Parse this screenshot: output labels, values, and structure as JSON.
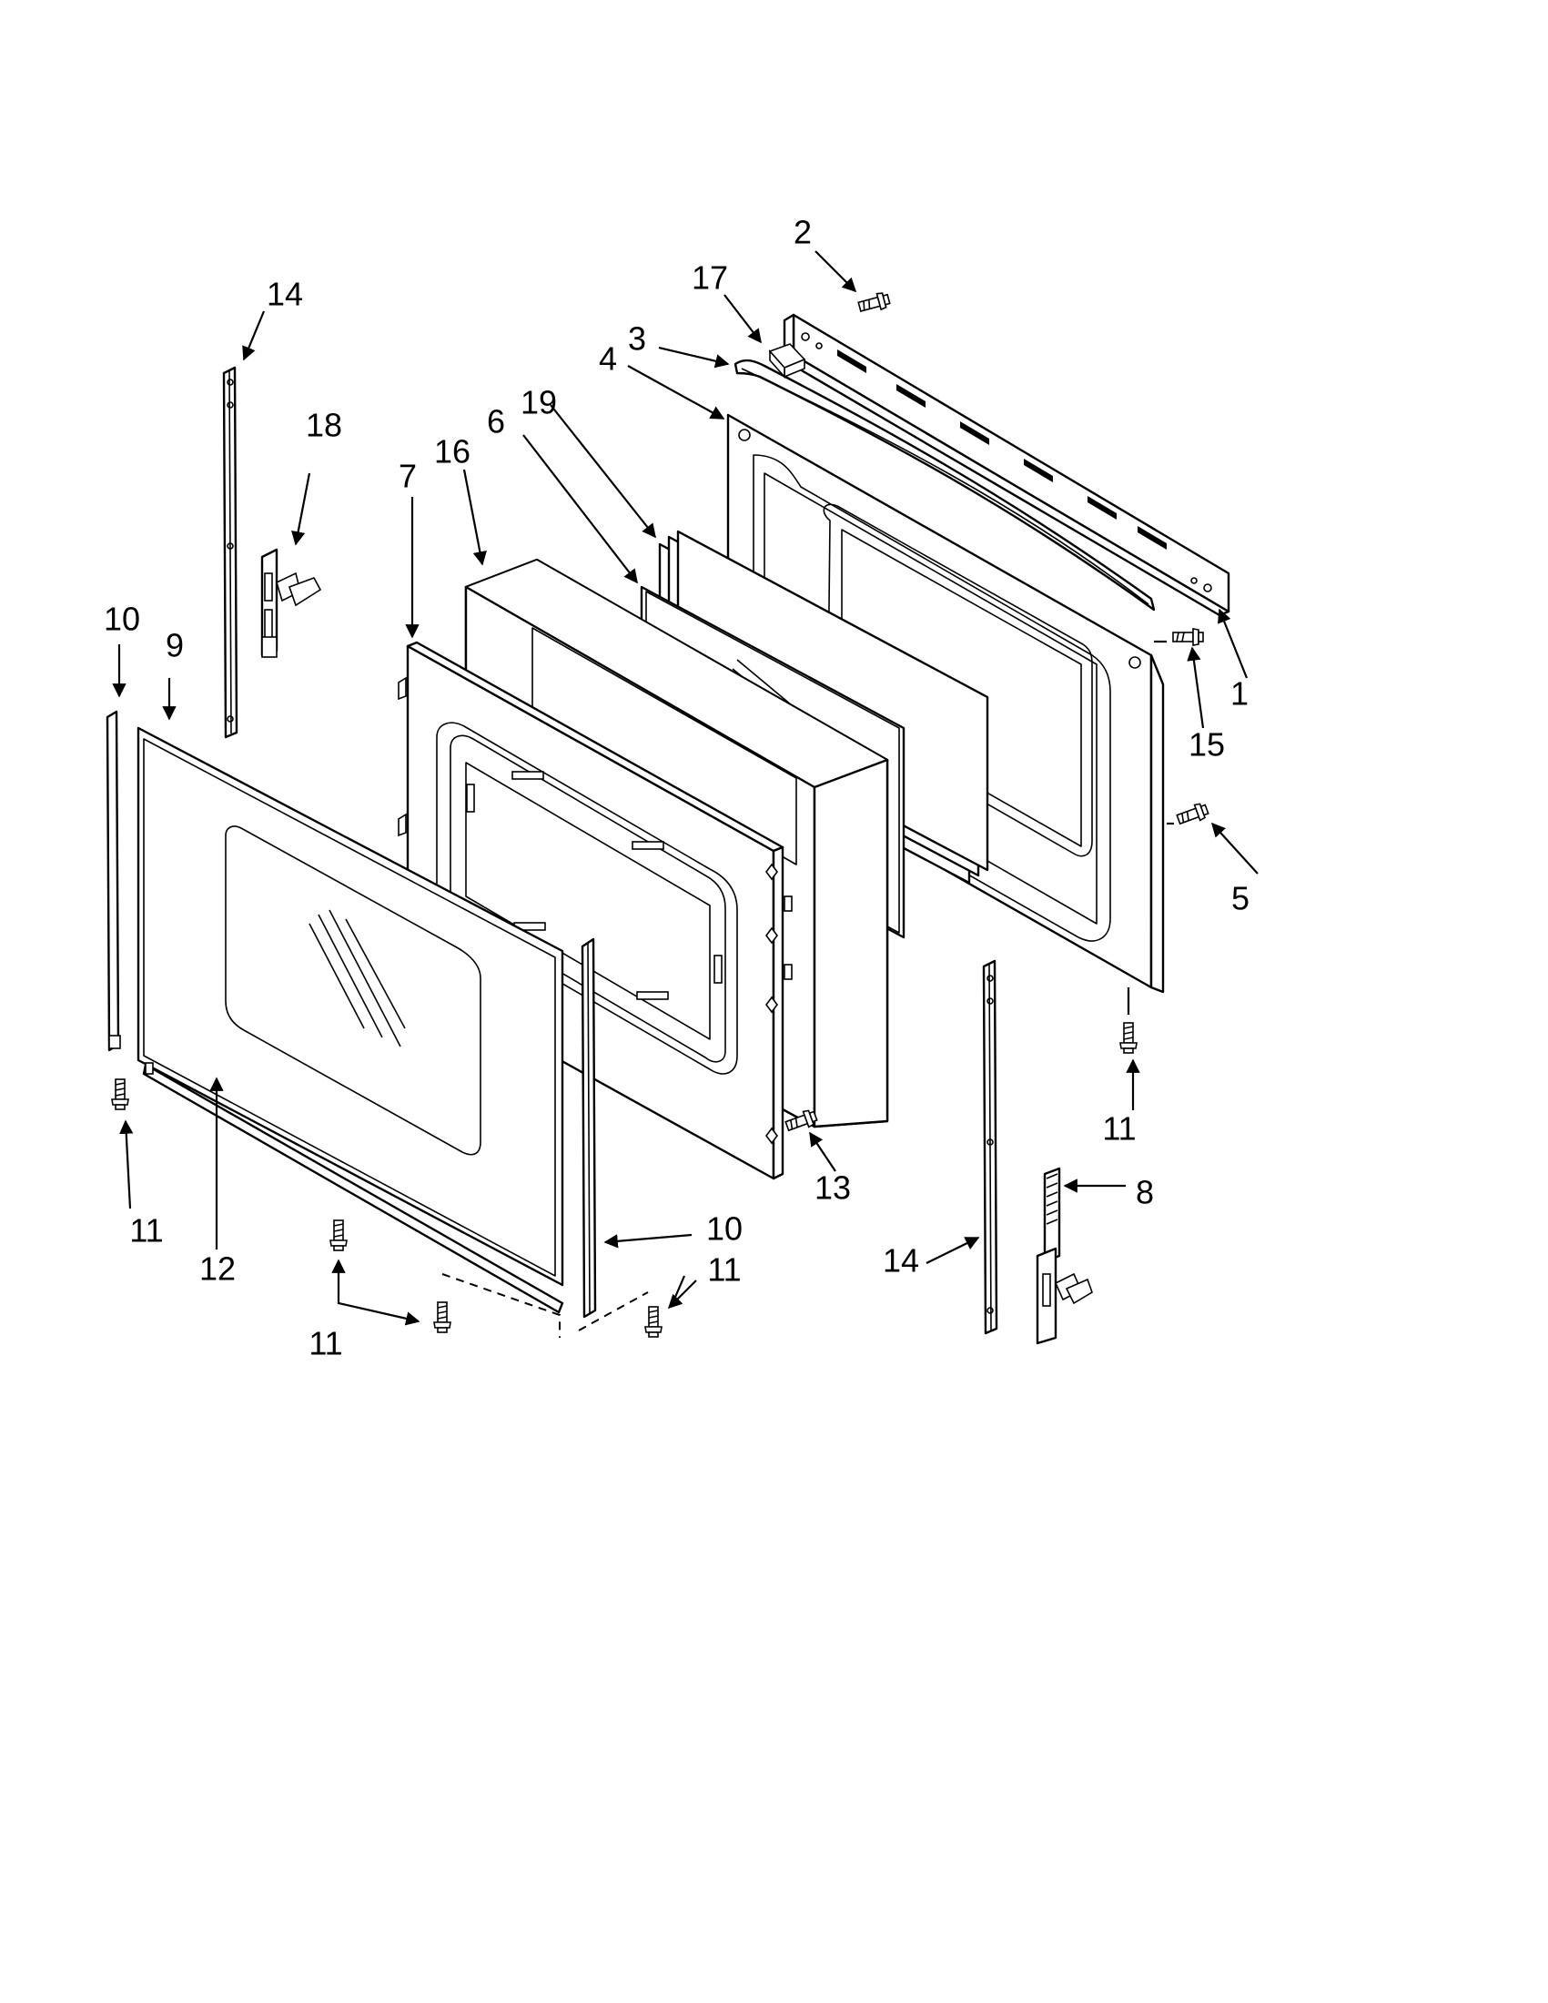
{
  "callouts": {
    "c1": "1",
    "c2": "2",
    "c3": "3",
    "c4": "4",
    "c5": "5",
    "c6": "6",
    "c7": "7",
    "c8": "8",
    "c9": "9",
    "c10_left": "10",
    "c10_right": "10",
    "c11_lower_left": "11",
    "c11_bottom": "11",
    "c11_bottom_right": "11",
    "c11_right": "11",
    "c12": "12",
    "c13": "13",
    "c14_top": "14",
    "c14_bottom": "14",
    "c15": "15",
    "c16": "16",
    "c17": "17",
    "c18": "18",
    "c19": "19"
  },
  "colors": {
    "line": "#000000",
    "background": "#ffffff"
  },
  "parts": [
    "control-panel",
    "screw",
    "trim",
    "inner-door",
    "screw",
    "glass-pack",
    "glass-frame",
    "hinge",
    "outer-door",
    "side-trim",
    "screw",
    "bottom-trim",
    "screw",
    "hinge-channel",
    "screw",
    "insulation",
    "clip",
    "hinge",
    "glass-panel"
  ]
}
